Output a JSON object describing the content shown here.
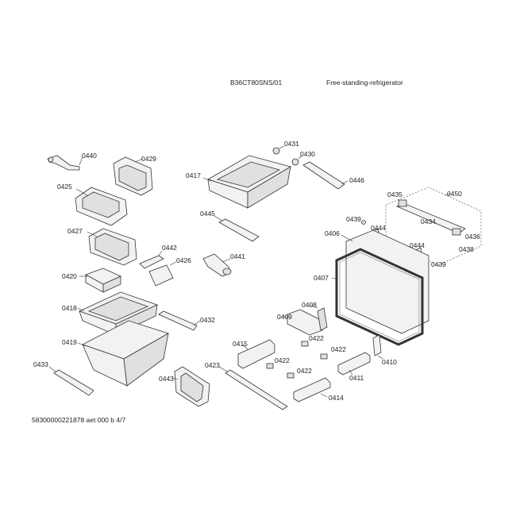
{
  "header": {
    "model": "B36CT80SNS/01",
    "type": "Free-standing-refrigerator"
  },
  "footer": {
    "code": "58300000221878 aet 000 b 4/7"
  },
  "labels": {
    "p0431": "0431",
    "p0430": "0430",
    "p0440": "0440",
    "p0429": "0429",
    "p0417": "0417",
    "p0446": "0446",
    "p0425": "0425",
    "p0435": "0435",
    "p0450": "0450",
    "p0434": "0434",
    "p0439a": "0439",
    "p0445": "0445",
    "p0444a": "0444",
    "p0436": "0436",
    "p0427": "0427",
    "p0406": "0406",
    "p0444b": "0444",
    "p0438": "0438",
    "p0442": "0442",
    "p0441": "0441",
    "p0439b": "0439",
    "p0426": "0426",
    "p0420": "0420",
    "p0407": "0407",
    "p0418": "0418",
    "p0408": "0408",
    "p0409": "0409",
    "p0432": "0432",
    "p0419": "0419",
    "p0415": "0415",
    "p0422a": "0422",
    "p0422b": "0422",
    "p0410": "0410",
    "p0433": "0433",
    "p0423": "0423",
    "p0422c": "0422",
    "p0422d": "0422",
    "p0411": "0411",
    "p0443": "0443",
    "p0414": "0414"
  }
}
